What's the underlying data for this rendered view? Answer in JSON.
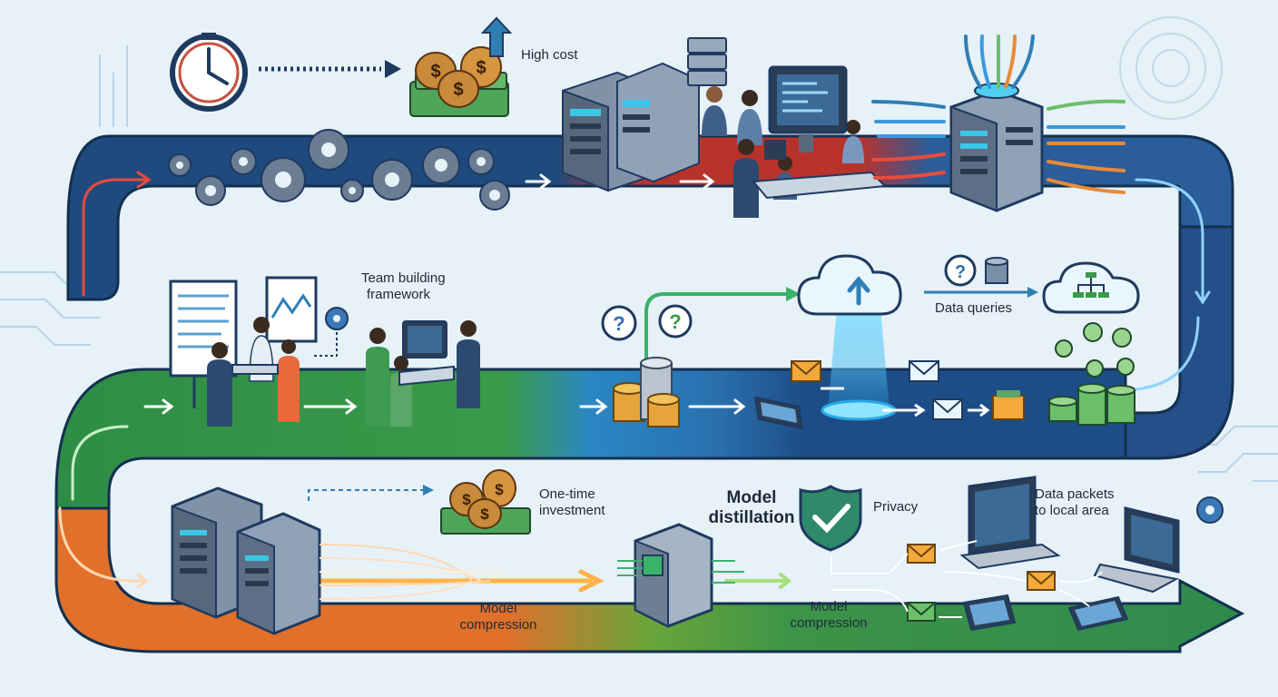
{
  "labels": {
    "high_cost": "High cost",
    "team_building": [
      "Team building",
      "framework"
    ],
    "data_queries": "Data queries",
    "one_time_investment": [
      "One-time",
      "investment"
    ],
    "model_distillation": [
      "Model",
      "distillation"
    ],
    "privacy": "Privacy",
    "data_packets": [
      "Data packets",
      "to local area"
    ],
    "model_compression_1": [
      "Model",
      "compression"
    ],
    "model_compression_2": [
      "Model",
      "compression"
    ]
  },
  "icons": [
    "clock-icon",
    "money-bags-icon",
    "gear-icon",
    "server-icon",
    "monitor-icon",
    "person-icon",
    "cloud-upload-icon",
    "cloud-network-icon",
    "question-bubble-icon",
    "database-icon",
    "coin-stack-icon",
    "envelope-icon",
    "smartphone-icon",
    "laptop-icon",
    "shield-check-icon",
    "chip-icon",
    "arrow-icon"
  ],
  "colors": {
    "band_top_left": "#1f4a7e",
    "band_top_mid": "#b8322c",
    "band_top_right": "#2a5d9a",
    "band_mid_left": "#2e8d45",
    "band_mid_mid": "#2a87c4",
    "band_mid_right": "#1d4d86",
    "band_bottom_left": "#e0702a",
    "band_bottom_mid": "#6aa53b",
    "band_bottom_right": "#2f8a4c",
    "background": "#e6f1f8",
    "text": "#1e2a3a"
  }
}
